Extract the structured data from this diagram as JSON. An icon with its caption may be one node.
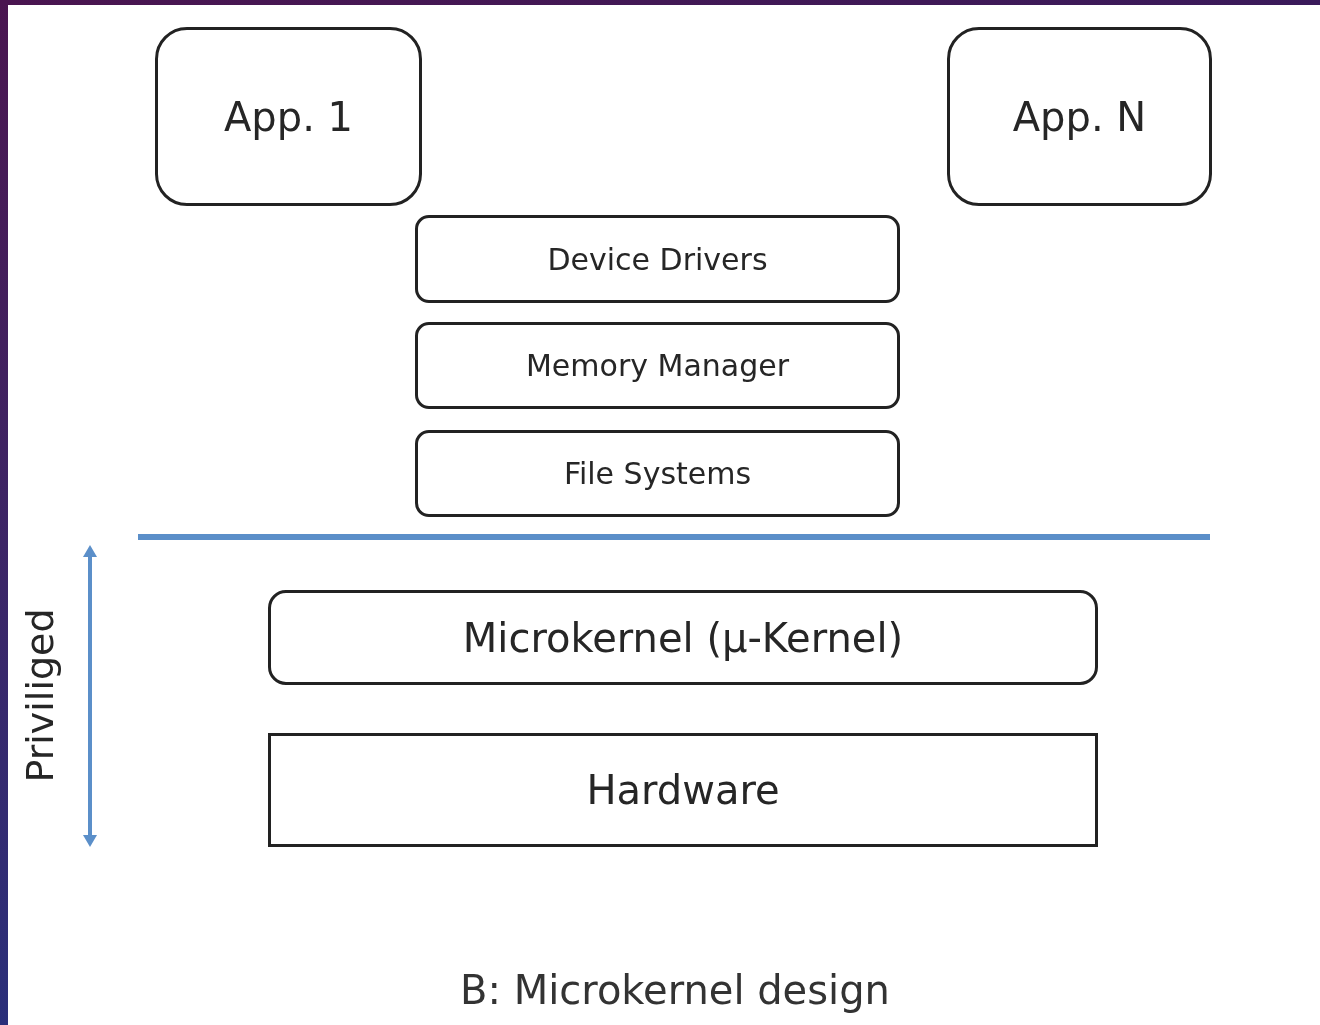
{
  "diagram": {
    "caption": "B: Microkernel design",
    "nodes": [
      {
        "text": [
          "App. 1"
        ]
      },
      {
        "text": [
          "App. N"
        ]
      },
      {
        "text": [
          "Device Drivers"
        ]
      },
      {
        "text": [
          "Memory Manager"
        ]
      },
      {
        "text": [
          "File Systems"
        ]
      },
      {
        "text": [
          "Microkernel (µ-Kernel)"
        ]
      },
      {
        "text": [
          "Hardware"
        ]
      }
    ],
    "labels": [
      "Priviliged"
    ]
  }
}
